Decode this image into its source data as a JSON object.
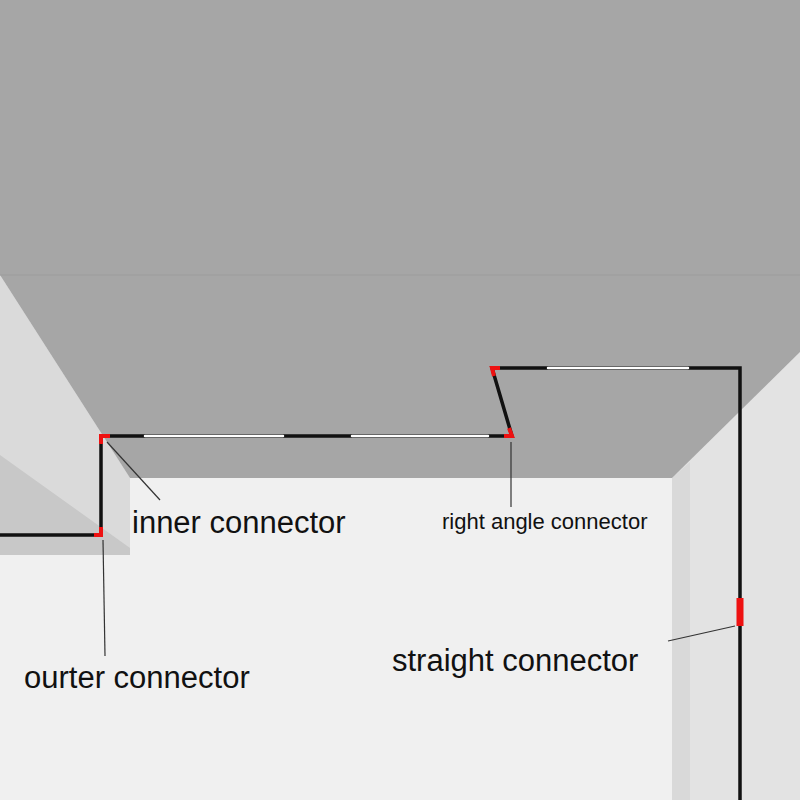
{
  "diagram": {
    "labels": [
      "inner connector",
      "right angle connector",
      "ourter connector",
      "straight connector"
    ]
  }
}
